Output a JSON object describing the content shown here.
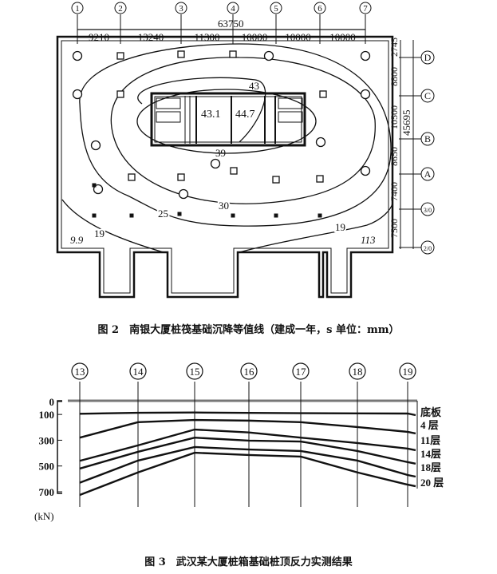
{
  "figure2": {
    "caption": "图 2　南银大厦桩筏基础沉降等值线（建成一年，s 单位：mm）",
    "axes_top": [
      "1",
      "2",
      "3",
      "4",
      "5",
      "6",
      "7"
    ],
    "total_width": "63750",
    "spans": [
      "9210",
      "13240",
      "11300",
      "10000",
      "10000",
      "10000"
    ],
    "axes_right": [
      "D",
      "C",
      "B",
      "A",
      "3/0",
      "2/0"
    ],
    "total_depth": "45695",
    "right_spans": [
      "2745",
      "8800",
      "10500",
      "8650",
      "7400",
      "7500"
    ],
    "contour_labels": [
      "43",
      "43.1",
      "44.7",
      "39",
      "30",
      "25",
      "19",
      "19"
    ],
    "corner_values": [
      "9.9",
      "113"
    ]
  },
  "figure3": {
    "caption": "图 3　武汉某大厦桩箱基础桩顶反力实测结果",
    "unit": "(kN)"
  },
  "chart_data": {
    "type": "line",
    "title": "武汉某大厦桩箱基础桩顶反力实测结果",
    "x": [
      "13",
      "14",
      "15",
      "16",
      "17",
      "18",
      "19"
    ],
    "ylabel": "(kN)",
    "yticks": [
      "0",
      "100",
      "300",
      "500",
      "700"
    ],
    "ylim": [
      0,
      750
    ],
    "yinverted": true,
    "series": [
      {
        "name": "底板",
        "values": [
          95,
          87,
          85,
          88,
          90,
          92,
          93
        ]
      },
      {
        "name": "4 层",
        "values": [
          280,
          160,
          143,
          148,
          160,
          198,
          235
        ]
      },
      {
        "name": "11层",
        "values": [
          460,
          340,
          217,
          240,
          280,
          322,
          365
        ]
      },
      {
        "name": "14层",
        "values": [
          520,
          390,
          280,
          303,
          310,
          384,
          470
        ]
      },
      {
        "name": "18层",
        "values": [
          630,
          458,
          353,
          372,
          384,
          458,
          570
        ]
      },
      {
        "name": "20 层",
        "values": [
          725,
          550,
          397,
          415,
          427,
          550,
          645
        ]
      }
    ]
  }
}
